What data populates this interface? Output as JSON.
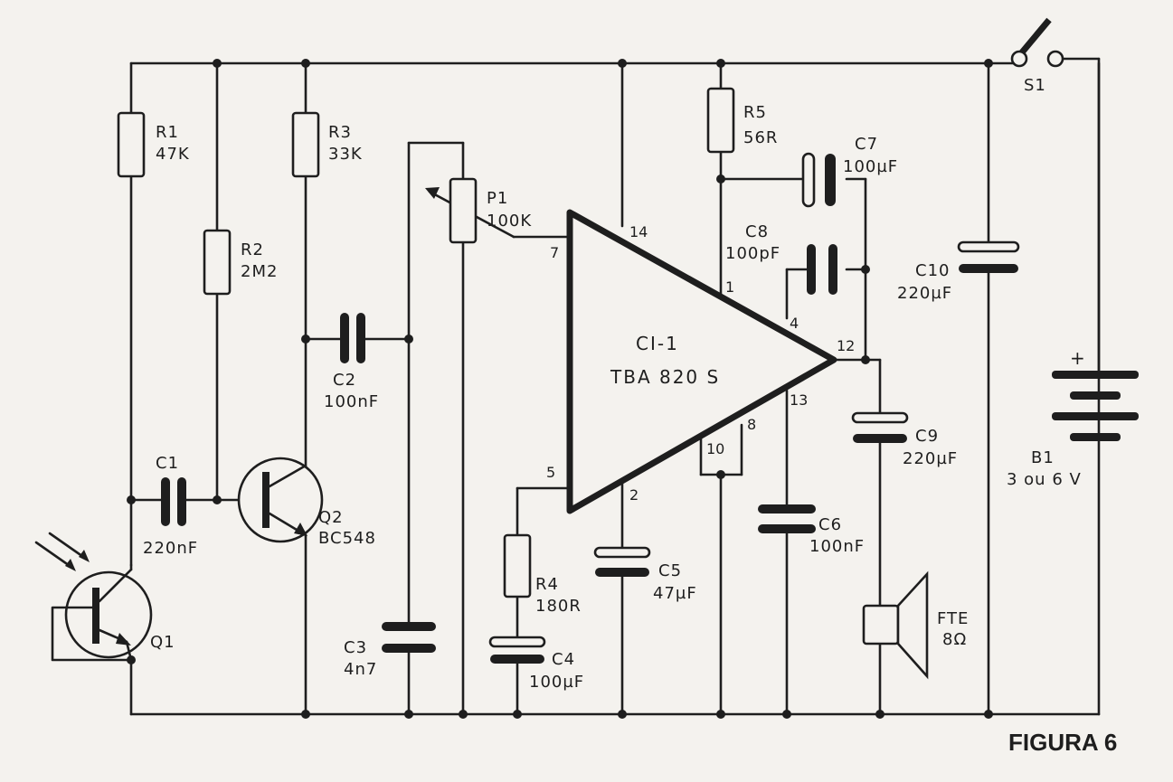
{
  "figure_label": "FIGURA 6",
  "ic": {
    "ref": "CI-1",
    "part": "TBA 820 S",
    "pins": {
      "p1": "1",
      "p2": "2",
      "p4": "4",
      "p5": "5",
      "p7": "7",
      "p8": "8",
      "p10": "10",
      "p12": "12",
      "p13": "13",
      "p14": "14"
    }
  },
  "components": {
    "r1": {
      "ref": "R1",
      "value": "47K"
    },
    "r2": {
      "ref": "R2",
      "value": "2M2"
    },
    "r3": {
      "ref": "R3",
      "value": "33K"
    },
    "r4": {
      "ref": "R4",
      "value": "180R"
    },
    "r5": {
      "ref": "R5",
      "value": "56R"
    },
    "p1": {
      "ref": "P1",
      "value": "100K"
    },
    "c1": {
      "ref": "C1",
      "value": "220nF"
    },
    "c2": {
      "ref": "C2",
      "value": "100nF"
    },
    "c3": {
      "ref": "C3",
      "value": "4n7"
    },
    "c4": {
      "ref": "C4",
      "value": "100µF"
    },
    "c5": {
      "ref": "C5",
      "value": "47µF"
    },
    "c6": {
      "ref": "C6",
      "value": "100nF"
    },
    "c7": {
      "ref": "C7",
      "value": "100µF"
    },
    "c8": {
      "ref": "C8",
      "value": "100pF"
    },
    "c9": {
      "ref": "C9",
      "value": "220µF"
    },
    "c10": {
      "ref": "C10",
      "value": "220µF"
    },
    "q1": {
      "ref": "Q1"
    },
    "q2": {
      "ref": "Q2",
      "value": "BC548"
    },
    "fte": {
      "ref": "FTE",
      "value": "8Ω"
    },
    "b1": {
      "ref": "B1",
      "value": "3 ou 6 V",
      "polarity": "+"
    },
    "s1": {
      "ref": "S1"
    }
  }
}
